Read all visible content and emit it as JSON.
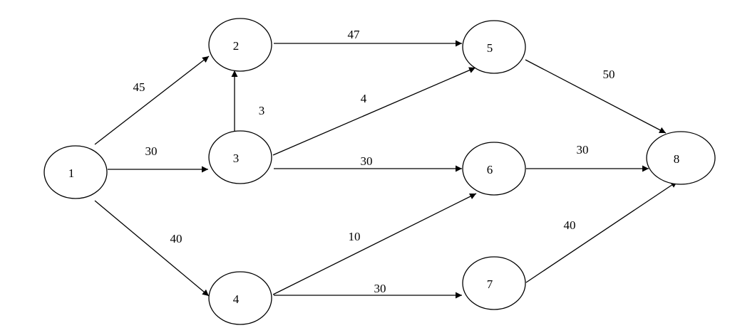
{
  "colors": {
    "stroke": "#000000",
    "background": "#ffffff"
  },
  "nodes": [
    {
      "id": "1",
      "label": "1"
    },
    {
      "id": "2",
      "label": "2"
    },
    {
      "id": "3",
      "label": "3"
    },
    {
      "id": "4",
      "label": "4"
    },
    {
      "id": "5",
      "label": "5"
    },
    {
      "id": "6",
      "label": "6"
    },
    {
      "id": "7",
      "label": "7"
    },
    {
      "id": "8",
      "label": "8"
    }
  ],
  "edges": [
    {
      "from": "1",
      "to": "2",
      "weight": "45"
    },
    {
      "from": "1",
      "to": "3",
      "weight": "30"
    },
    {
      "from": "1",
      "to": "4",
      "weight": "40"
    },
    {
      "from": "3",
      "to": "2",
      "weight": "3"
    },
    {
      "from": "2",
      "to": "5",
      "weight": "47"
    },
    {
      "from": "3",
      "to": "5",
      "weight": "4"
    },
    {
      "from": "3",
      "to": "6",
      "weight": "30"
    },
    {
      "from": "4",
      "to": "6",
      "weight": "10"
    },
    {
      "from": "4",
      "to": "7",
      "weight": "30"
    },
    {
      "from": "5",
      "to": "8",
      "weight": "50"
    },
    {
      "from": "6",
      "to": "8",
      "weight": "30"
    },
    {
      "from": "7",
      "to": "8",
      "weight": "40"
    }
  ]
}
